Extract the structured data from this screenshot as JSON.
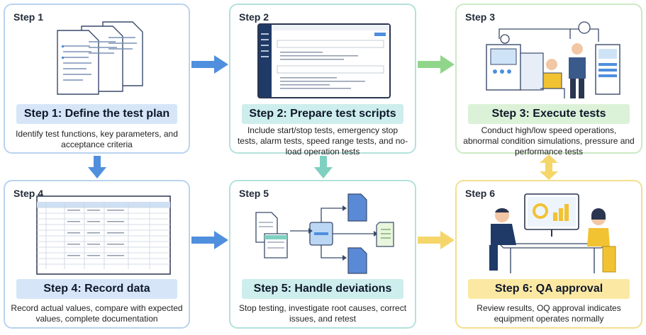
{
  "steps": [
    {
      "label": "Step 1",
      "title": "Step 1: Define the test plan",
      "desc": "Identify test functions, key parameters, and acceptance criteria"
    },
    {
      "label": "Step 2",
      "title": "Step 2: Prepare test scripts",
      "desc": "Include start/stop tests, emergency stop tests, alarm tests, speed range tests, and no-load operation tests"
    },
    {
      "label": "Step 3",
      "title": "Step 3: Execute tests",
      "desc": "Conduct high/low speed operations, abnormal condition simulations, pressure and performance tests"
    },
    {
      "label": "Step 4",
      "title": "Step 4: Record data",
      "desc": "Record actual values, compare with expected values, complete documentation"
    },
    {
      "label": "Step 5",
      "title": "Step 5: Handle deviations",
      "desc": "Stop testing, investigate root causes, correct issues, and retest"
    },
    {
      "label": "Step 6",
      "title": "Step 6: QA approval",
      "desc": "Review results, OQ approval indicates equipment operates normally"
    }
  ],
  "colors": {
    "blue_arrow": "#4f8fde",
    "teal_arrow": "#7fd0c0",
    "green_arrow": "#8fd68a",
    "yellow_arrow": "#f5d66a"
  },
  "icons": [
    "document-stack-icon",
    "script-screen-icon",
    "tester-machine-icon",
    "data-table-icon",
    "deviation-flow-icon",
    "qa-meeting-icon"
  ]
}
